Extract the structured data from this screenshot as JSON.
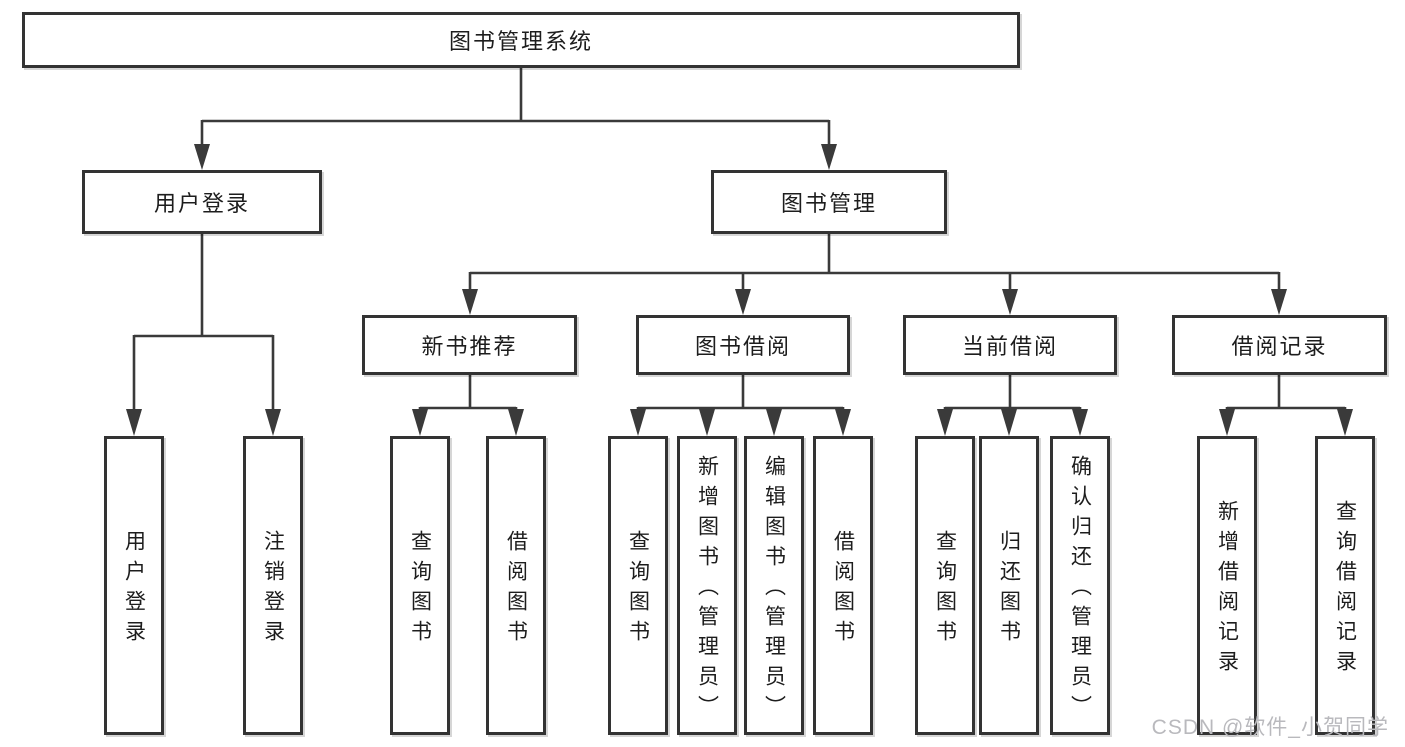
{
  "colors": {
    "box_border": "#333333",
    "connector_line": "#3a3a3a",
    "text": "#1d1d1d",
    "watermark": "#b9b9bd",
    "background": "#ffffff"
  },
  "watermark": {
    "text": "CSDN @软件_小贺同学"
  },
  "tree": {
    "root": {
      "label": "图书管理系统",
      "children": [
        {
          "label": "用户登录",
          "children": [
            {
              "label": "用户登录"
            },
            {
              "label": "注销登录"
            }
          ]
        },
        {
          "label": "图书管理",
          "children": [
            {
              "label": "新书推荐",
              "children": [
                {
                  "label": "查询图书"
                },
                {
                  "label": "借阅图书"
                }
              ]
            },
            {
              "label": "图书借阅",
              "children": [
                {
                  "label": "查询图书"
                },
                {
                  "label": "新增图书（管理员）"
                },
                {
                  "label": "编辑图书（管理员）"
                },
                {
                  "label": "借阅图书"
                }
              ]
            },
            {
              "label": "当前借阅",
              "children": [
                {
                  "label": "查询图书"
                },
                {
                  "label": "归还图书"
                },
                {
                  "label": "确认归还（管理员）"
                }
              ]
            },
            {
              "label": "借阅记录",
              "children": [
                {
                  "label": "新增借阅记录"
                },
                {
                  "label": "查询借阅记录"
                }
              ]
            }
          ]
        }
      ]
    }
  }
}
